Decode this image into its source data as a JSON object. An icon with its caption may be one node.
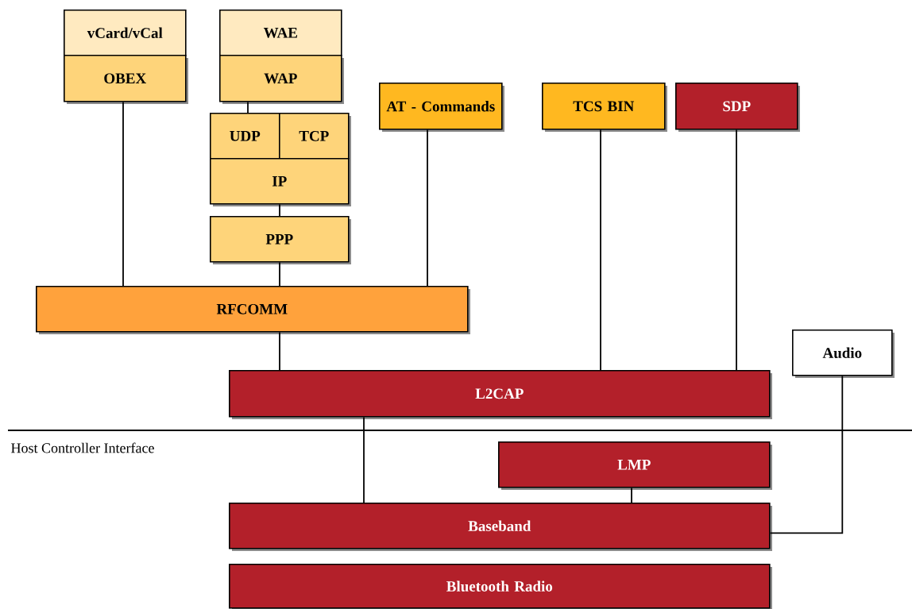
{
  "diagram": {
    "nodes": [
      {
        "text": [
          "vCard/vCal"
        ]
      },
      {
        "text": [
          "OBEX"
        ]
      },
      {
        "text": [
          "WAE"
        ]
      },
      {
        "text": [
          "WAP"
        ]
      },
      {
        "text": [
          "UDP"
        ]
      },
      {
        "text": [
          "TCP"
        ]
      },
      {
        "text": [
          "IP"
        ]
      },
      {
        "text": [
          "PPP"
        ]
      },
      {
        "text": [
          "AT - Commands"
        ]
      },
      {
        "text": [
          "TCS BIN"
        ]
      },
      {
        "text": [
          "SDP"
        ]
      },
      {
        "text": [
          "RFCOMM"
        ]
      },
      {
        "text": [
          "Audio"
        ]
      },
      {
        "text": [
          "L2CAP"
        ]
      },
      {
        "text": [
          "LMP"
        ]
      },
      {
        "text": [
          "Baseband"
        ]
      },
      {
        "text": [
          "Bluetooth Radio"
        ]
      }
    ],
    "edges": [
      {
        "from": 1,
        "to": 11,
        "arrow": "none"
      },
      {
        "from": 3,
        "to": 4,
        "arrow": "none"
      },
      {
        "from": 6,
        "to": 7,
        "arrow": "none"
      },
      {
        "from": 7,
        "to": 11,
        "arrow": "none"
      },
      {
        "from": 8,
        "to": 11,
        "arrow": "none"
      },
      {
        "from": 11,
        "to": 13,
        "arrow": "none"
      },
      {
        "from": 9,
        "to": 13,
        "arrow": "none"
      },
      {
        "from": 10,
        "to": 13,
        "arrow": "none"
      },
      {
        "from": 13,
        "to": 15,
        "arrow": "none"
      },
      {
        "from": 14,
        "to": 15,
        "arrow": "none"
      },
      {
        "from": 12,
        "to": 15,
        "arrow": "none"
      }
    ],
    "labels": [
      "Host Controller Interface"
    ]
  }
}
